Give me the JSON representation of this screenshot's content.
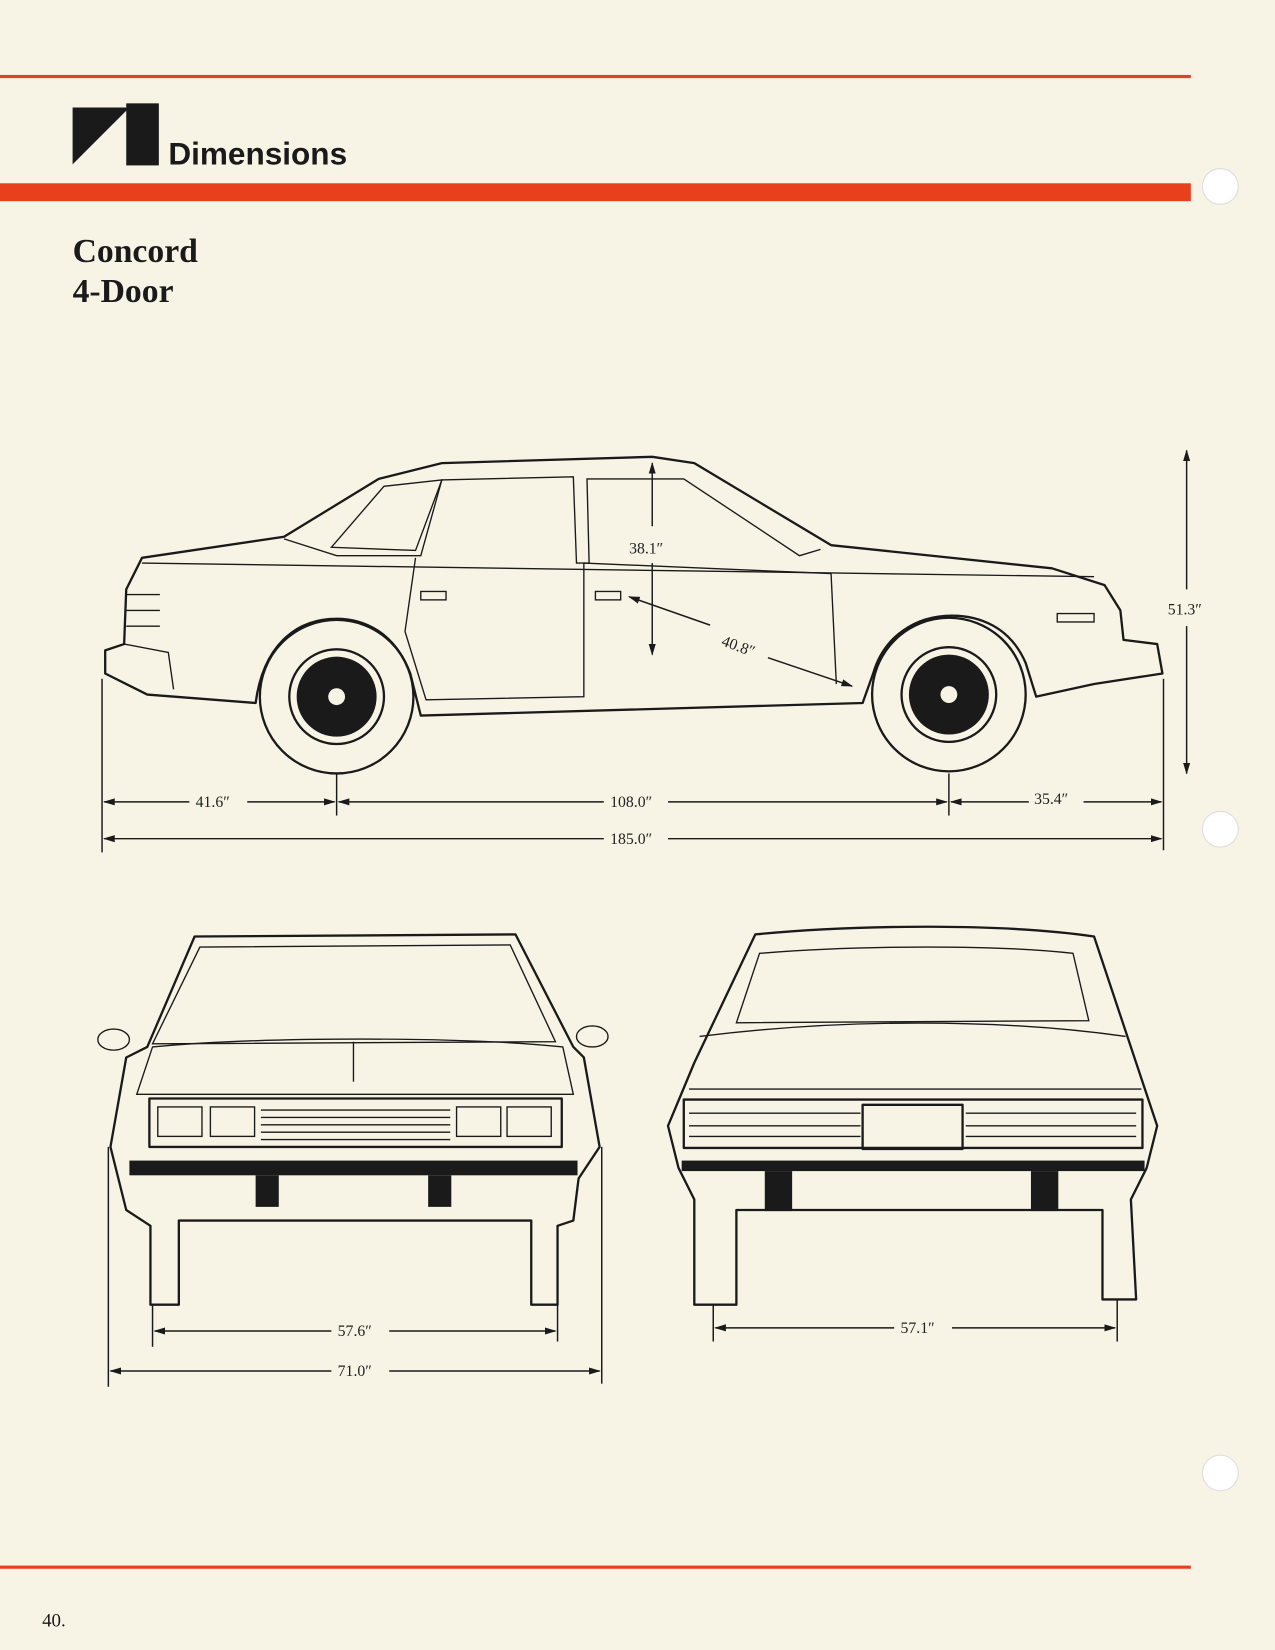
{
  "header": {
    "section_title": "Dimensions"
  },
  "model": {
    "line1": "Concord",
    "line2": "4-Door"
  },
  "side_view": {
    "headroom": "38.1″",
    "legroom_diag": "40.8″",
    "height": "51.3″",
    "front_overhang": "41.6″",
    "wheelbase": "108.0″",
    "rear_overhang": "35.4″",
    "overall_length": "185.0″"
  },
  "front_view": {
    "track": "57.6″",
    "overall_width": "71.0″"
  },
  "rear_view": {
    "track": "57.1″"
  },
  "footer": {
    "page_number": "40."
  },
  "colors": {
    "accent": "#e8401c",
    "paper": "#f7f4e6",
    "ink": "#1a1a1a"
  }
}
